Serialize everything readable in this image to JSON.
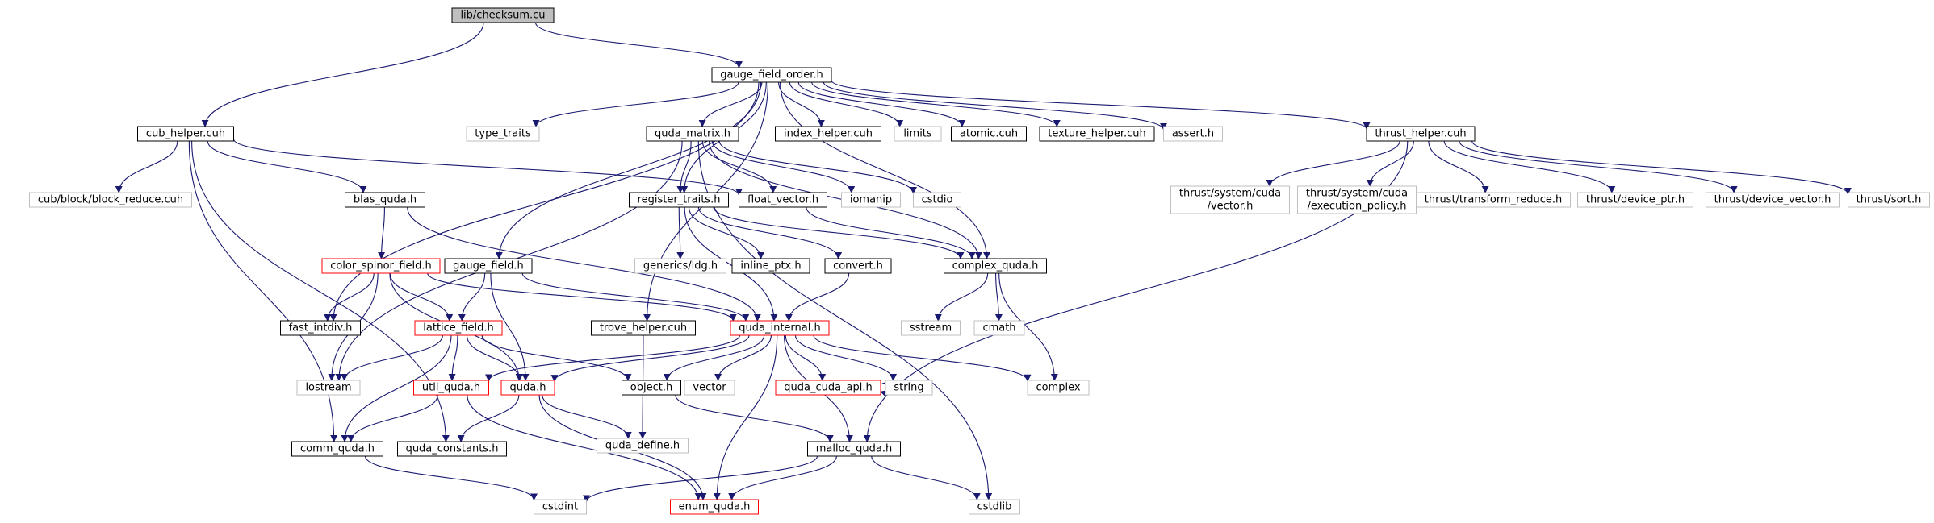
{
  "colors": {
    "edge": "#191970",
    "box_black": "#000000",
    "box_gray": "#bfbfbf",
    "box_red": "#ff0000",
    "root_fill": "#bfbfbf",
    "text": "#000000"
  },
  "nodes": [
    {
      "id": "checksum",
      "label": "lib/checksum.cu",
      "style": "root"
    },
    {
      "id": "gauge_field_order",
      "label": "gauge_field_order.h",
      "style": "black"
    },
    {
      "id": "cub_helper",
      "label": "cub_helper.cuh",
      "style": "black"
    },
    {
      "id": "type_traits",
      "label": "type_traits",
      "style": "gray"
    },
    {
      "id": "quda_matrix",
      "label": "quda_matrix.h",
      "style": "black"
    },
    {
      "id": "index_helper",
      "label": "index_helper.cuh",
      "style": "black"
    },
    {
      "id": "limits",
      "label": "limits",
      "style": "gray"
    },
    {
      "id": "atomic",
      "label": "atomic.cuh",
      "style": "black"
    },
    {
      "id": "texture_helper",
      "label": "texture_helper.cuh",
      "style": "black"
    },
    {
      "id": "assert",
      "label": "assert.h",
      "style": "gray"
    },
    {
      "id": "thrust_helper",
      "label": "thrust_helper.cuh",
      "style": "black"
    },
    {
      "id": "cub_block_reduce",
      "label": "cub/block/block_reduce.cuh",
      "style": "gray"
    },
    {
      "id": "blas_quda",
      "label": "blas_quda.h",
      "style": "black"
    },
    {
      "id": "register_traits",
      "label": "register_traits.h",
      "style": "black"
    },
    {
      "id": "float_vector",
      "label": "float_vector.h",
      "style": "black"
    },
    {
      "id": "iomanip",
      "label": "iomanip",
      "style": "gray"
    },
    {
      "id": "cstdio",
      "label": "cstdio",
      "style": "gray"
    },
    {
      "id": "thrust_cuda_vector",
      "label": [
        "thrust/system/cuda",
        "/vector.h"
      ],
      "style": "gray"
    },
    {
      "id": "thrust_exec_policy",
      "label": [
        "thrust/system/cuda",
        "/execution_policy.h"
      ],
      "style": "gray"
    },
    {
      "id": "thrust_transform_reduce",
      "label": "thrust/transform_reduce.h",
      "style": "gray"
    },
    {
      "id": "thrust_device_ptr",
      "label": "thrust/device_ptr.h",
      "style": "gray"
    },
    {
      "id": "thrust_device_vector",
      "label": "thrust/device_vector.h",
      "style": "gray"
    },
    {
      "id": "thrust_sort",
      "label": "thrust/sort.h",
      "style": "gray"
    },
    {
      "id": "color_spinor_field",
      "label": "color_spinor_field.h",
      "style": "red"
    },
    {
      "id": "gauge_field",
      "label": "gauge_field.h",
      "style": "black"
    },
    {
      "id": "generics_ldg",
      "label": "generics/ldg.h",
      "style": "gray"
    },
    {
      "id": "inline_ptx",
      "label": "inline_ptx.h",
      "style": "black"
    },
    {
      "id": "convert",
      "label": "convert.h",
      "style": "black"
    },
    {
      "id": "complex_quda",
      "label": "complex_quda.h",
      "style": "black"
    },
    {
      "id": "fast_intdiv",
      "label": "fast_intdiv.h",
      "style": "black"
    },
    {
      "id": "lattice_field",
      "label": "lattice_field.h",
      "style": "red"
    },
    {
      "id": "trove_helper",
      "label": "trove_helper.cuh",
      "style": "black"
    },
    {
      "id": "quda_internal",
      "label": "quda_internal.h",
      "style": "red"
    },
    {
      "id": "sstream",
      "label": "sstream",
      "style": "gray"
    },
    {
      "id": "cmath",
      "label": "cmath",
      "style": "gray"
    },
    {
      "id": "iostream",
      "label": "iostream",
      "style": "gray"
    },
    {
      "id": "util_quda",
      "label": "util_quda.h",
      "style": "red"
    },
    {
      "id": "quda",
      "label": "quda.h",
      "style": "red"
    },
    {
      "id": "object",
      "label": "object.h",
      "style": "black"
    },
    {
      "id": "vector",
      "label": "vector",
      "style": "gray"
    },
    {
      "id": "quda_cuda_api",
      "label": "quda_cuda_api.h",
      "style": "red"
    },
    {
      "id": "string",
      "label": "string",
      "style": "gray"
    },
    {
      "id": "complex",
      "label": "complex",
      "style": "gray"
    },
    {
      "id": "comm_quda",
      "label": "comm_quda.h",
      "style": "black"
    },
    {
      "id": "quda_constants",
      "label": "quda_constants.h",
      "style": "black"
    },
    {
      "id": "quda_define",
      "label": "quda_define.h",
      "style": "gray"
    },
    {
      "id": "malloc_quda",
      "label": "malloc_quda.h",
      "style": "black"
    },
    {
      "id": "cstdint",
      "label": "cstdint",
      "style": "gray"
    },
    {
      "id": "enum_quda",
      "label": "enum_quda.h",
      "style": "red"
    },
    {
      "id": "cstdlib",
      "label": "cstdlib",
      "style": "gray"
    }
  ],
  "edges": [
    [
      "checksum",
      "gauge_field_order"
    ],
    [
      "checksum",
      "cub_helper"
    ],
    [
      "gauge_field_order",
      "type_traits"
    ],
    [
      "gauge_field_order",
      "quda_matrix"
    ],
    [
      "gauge_field_order",
      "index_helper"
    ],
    [
      "gauge_field_order",
      "limits"
    ],
    [
      "gauge_field_order",
      "atomic"
    ],
    [
      "gauge_field_order",
      "texture_helper"
    ],
    [
      "gauge_field_order",
      "assert"
    ],
    [
      "gauge_field_order",
      "thrust_helper"
    ],
    [
      "gauge_field_order",
      "register_traits"
    ],
    [
      "gauge_field_order",
      "complex_quda"
    ],
    [
      "gauge_field_order",
      "gauge_field"
    ],
    [
      "gauge_field_order",
      "fast_intdiv"
    ],
    [
      "gauge_field_order",
      "trove_helper"
    ],
    [
      "cub_helper",
      "cub_block_reduce"
    ],
    [
      "cub_helper",
      "blas_quda"
    ],
    [
      "cub_helper",
      "float_vector"
    ],
    [
      "cub_helper",
      "comm_quda"
    ],
    [
      "cub_helper",
      "quda_constants"
    ],
    [
      "quda_matrix",
      "register_traits"
    ],
    [
      "quda_matrix",
      "float_vector"
    ],
    [
      "quda_matrix",
      "iomanip"
    ],
    [
      "quda_matrix",
      "cstdio"
    ],
    [
      "quda_matrix",
      "complex_quda"
    ],
    [
      "quda_matrix",
      "iostream"
    ],
    [
      "quda_matrix",
      "cstdlib"
    ],
    [
      "thrust_helper",
      "thrust_cuda_vector"
    ],
    [
      "thrust_helper",
      "thrust_exec_policy"
    ],
    [
      "thrust_helper",
      "thrust_transform_reduce"
    ],
    [
      "thrust_helper",
      "thrust_device_ptr"
    ],
    [
      "thrust_helper",
      "thrust_device_vector"
    ],
    [
      "thrust_helper",
      "thrust_sort"
    ],
    [
      "thrust_helper",
      "malloc_quda"
    ],
    [
      "blas_quda",
      "color_spinor_field"
    ],
    [
      "blas_quda",
      "quda_internal"
    ],
    [
      "register_traits",
      "generics_ldg"
    ],
    [
      "register_traits",
      "inline_ptx"
    ],
    [
      "register_traits",
      "convert"
    ],
    [
      "register_traits",
      "complex_quda"
    ],
    [
      "register_traits",
      "quda_internal"
    ],
    [
      "float_vector",
      "complex_quda"
    ],
    [
      "color_spinor_field",
      "fast_intdiv"
    ],
    [
      "color_spinor_field",
      "lattice_field"
    ],
    [
      "color_spinor_field",
      "iostream"
    ],
    [
      "color_spinor_field",
      "quda"
    ],
    [
      "color_spinor_field",
      "quda_internal"
    ],
    [
      "gauge_field",
      "lattice_field"
    ],
    [
      "gauge_field",
      "quda"
    ],
    [
      "gauge_field",
      "quda_internal"
    ],
    [
      "convert",
      "quda_internal"
    ],
    [
      "complex_quda",
      "sstream"
    ],
    [
      "complex_quda",
      "cmath"
    ],
    [
      "complex_quda",
      "complex"
    ],
    [
      "lattice_field",
      "iostream"
    ],
    [
      "lattice_field",
      "util_quda"
    ],
    [
      "lattice_field",
      "quda"
    ],
    [
      "lattice_field",
      "object"
    ],
    [
      "lattice_field",
      "comm_quda"
    ],
    [
      "trove_helper",
      "quda_define"
    ],
    [
      "quda_internal",
      "util_quda"
    ],
    [
      "quda_internal",
      "quda"
    ],
    [
      "quda_internal",
      "object"
    ],
    [
      "quda_internal",
      "vector"
    ],
    [
      "quda_internal",
      "quda_cuda_api"
    ],
    [
      "quda_internal",
      "string"
    ],
    [
      "quda_internal",
      "complex"
    ],
    [
      "quda_internal",
      "malloc_quda"
    ],
    [
      "quda_internal",
      "enum_quda"
    ],
    [
      "quda_cuda_api",
      "quda_cuda_api"
    ],
    [
      "util_quda",
      "comm_quda"
    ],
    [
      "util_quda",
      "enum_quda"
    ],
    [
      "quda",
      "quda_constants"
    ],
    [
      "quda",
      "quda_define"
    ],
    [
      "quda",
      "enum_quda"
    ],
    [
      "object",
      "malloc_quda"
    ],
    [
      "comm_quda",
      "cstdint"
    ],
    [
      "malloc_quda",
      "cstdint"
    ],
    [
      "malloc_quda",
      "enum_quda"
    ],
    [
      "malloc_quda",
      "cstdlib"
    ]
  ]
}
